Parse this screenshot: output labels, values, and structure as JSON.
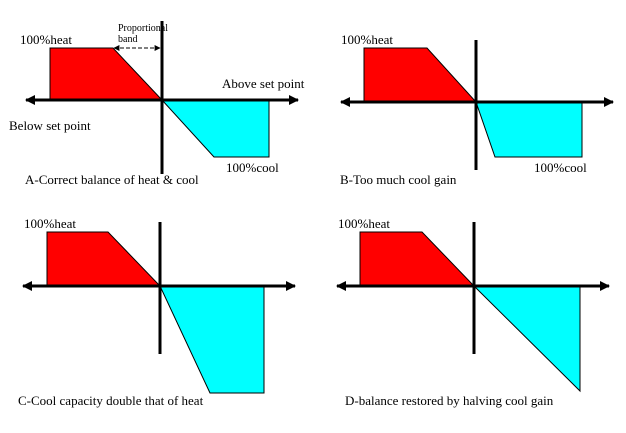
{
  "colors": {
    "heat": "#ff0000",
    "cool": "#00ffff",
    "stroke": "#000000",
    "background": "#ffffff"
  },
  "panels": [
    {
      "caption": "A-Correct balance of heat & cool",
      "heat_label": "100%heat",
      "cool_label": "100%cool",
      "extra_labels": {
        "proportional_band": [
          "Proportional",
          "band"
        ],
        "above_set_point": "Above set point",
        "below_set_point": "Below set point"
      }
    },
    {
      "caption": "B-Too much cool gain",
      "heat_label": "100%heat",
      "cool_label": "100%cool"
    },
    {
      "caption": "C-Cool capacity double that of heat",
      "heat_label": "100%heat"
    },
    {
      "caption": "D-balance restored by halving cool gain",
      "heat_label": "100%heat"
    }
  ]
}
